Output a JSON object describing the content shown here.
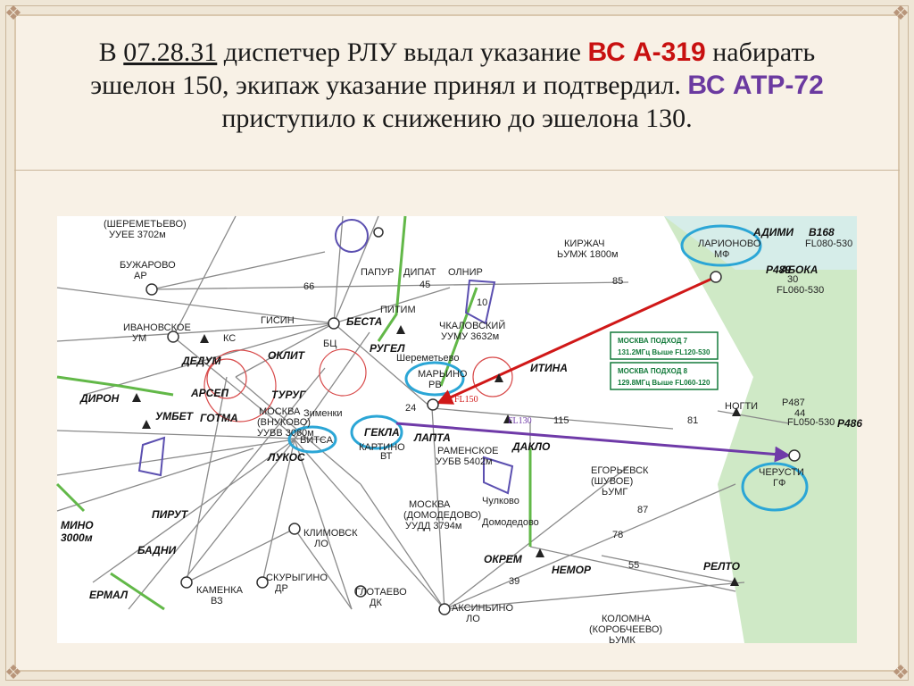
{
  "slide": {
    "title": {
      "p1": "В ",
      "time": "07.28.31",
      "p2": " диспетчер РЛУ выдал указание ",
      "ac1": "ВС А-319",
      "p3": " набирать эшелон 150, экипаж указание принял и подтвердил. ",
      "ac2": "ВС АТР-72",
      "p4": " приступило к снижению до эшелона 130."
    }
  },
  "map": {
    "points": {
      "larionovo": "ЛАРИОНОВО",
      "larionovo_sub": "МФ",
      "marino": "МАРЬИНО",
      "marino_sub": "РВ",
      "gekla": "ГЕКЛА",
      "vitsa": "ВИТСА",
      "cherusti": "ЧЕРУСТИ",
      "cherusti_sub": "ГФ",
      "admi": "АДИМИ",
      "aboka": "АБОКА",
      "kirzhach": "КИРЖАЧ",
      "kirzhach_sub": "ЬУМЖ 1800м",
      "papur": "ПАПУР",
      "dipat": "ДИПАТ",
      "olnir": "ОЛНИР",
      "pitim": "ПИТИМ",
      "besta": "БЕСТА",
      "gisin": "ГИСИН",
      "chkalovsky": "ЧКАЛОВСКИЙ",
      "chkalovsky_sub": "УУМУ 3632м",
      "rugel": "РУГЕЛ",
      "sheremetyevo": "Шереметьево",
      "itina": "ИТИНА",
      "nogti": "НОГТИ",
      "daklo": "ДАКЛО",
      "lapta": "ЛАПТА",
      "kartino": "КАРТИНО",
      "lukos": "ЛУКОС",
      "zimenki": "Зименки",
      "turug": "ТУРУГ",
      "gotma": "ГОТМА",
      "umbet": "УМБЕТ",
      "arsep": "АРСЕП",
      "dedum": "ДЕДУМ",
      "oklit": "ОКЛИТ",
      "dirion": "ДИРОН",
      "ivanovskoe": "ИВАНОВСКОЕ",
      "ivanovskoe_sub": "УМ",
      "buzharovo": "БУЖАРОВО",
      "buzharovo_sub": "АР",
      "sheremetyevo_top": "(ШЕРЕМЕТЬЕВО)",
      "uuee": "УУЕЕ 3702м",
      "pirut": "ПИРУТ",
      "badni": "БАДНИ",
      "ermal": "ЕРМАЛ",
      "kamenka": "КАМЕНКА",
      "kamenka_sub": "ВЗ",
      "skurigino": "СКУРЫГИНО",
      "skurigino_sub": "ДР",
      "klimovsk": "КЛИМОВСК",
      "klimovsk_sub": "ЛО",
      "glotaevo": "ГЛОТАЕВО",
      "glotaevo_sub": "ДК",
      "aksinino": "АКСИНЬИНО",
      "aksinino_sub": "ЛО",
      "moskva_dme": "МОСКВА",
      "moskva_dme_sub": "(ДОМОДЕДОВО)",
      "moskva_dme_code": "УУДД 3794м",
      "domodedovo": "Домодедово",
      "chulkovo": "Чулково",
      "okrem": "ОКРЕМ",
      "nemor": "НЕМОР",
      "relto": "РЕЛТО",
      "egorievsk": "ЕГОРЬЕВСК",
      "egorievsk_sub": "(ШУВОЕ)",
      "egorievsk_code": "ЬУМГ",
      "kolomna": "КОЛОМНА",
      "kolomna_sub": "(КОРОБЧЕЕВО)",
      "kolomna_code": "ЬУМК",
      "ramenskoe": "РАМЕНСКОЕ",
      "ramenskoe_code": "УУБВ 5402м",
      "moskva_vnk": "МОСКВА",
      "moskva_vnk_sub": "(ВНУКОВО)",
      "moskva_vnk_code": "УУВВ 3060м",
      "kc": "КС",
      "bt": "ВТ",
      "bts": "БЦ",
      "mino": "МИНО",
      "mino_alt": "3000м"
    },
    "flight_levels": {
      "fl150": "FL150",
      "fl130": "FL130"
    },
    "freq_boxes": [
      {
        "line1": "МОСКВА   ПОДХОД 7",
        "line2": "131.2МГц   Выше FL120-530"
      },
      {
        "line1": "МОСКВА   ПОДХОД 8",
        "line2": "129.8МГц   Выше FL060-120"
      }
    ],
    "airway_tags": {
      "b168": "B168",
      "p489": "P489",
      "fl080_530": "FL080-530",
      "fl060_530": "FL060-530",
      "fl050_530": "FL050-530",
      "p487": "P487",
      "p486": "P486",
      "n30": "30",
      "n44": "44",
      "n85": "85",
      "n81": "81",
      "n115": "115",
      "n87": "87",
      "n78": "78",
      "n55": "55",
      "n39": "39",
      "n10": "10",
      "n45": "45",
      "n66": "66",
      "n24": "24"
    },
    "colors": {
      "red_track": "#d01818",
      "purple_track": "#6f3aa8",
      "highlight": "#2ba6d6",
      "green_zone": "#c9e8c0"
    }
  }
}
